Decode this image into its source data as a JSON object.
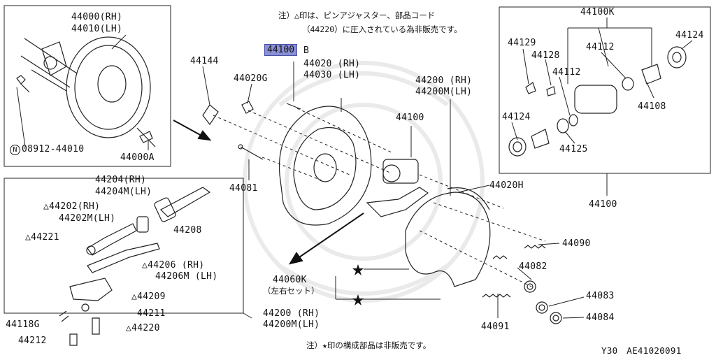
{
  "notes": {
    "top_line1": "注）△印は、ピンアジャスター、部品コード",
    "top_line2": "（44220）に圧入されている為非販売です。",
    "bottom": "注）★印の構成部品は非販売です。",
    "diagram_id": "Y30　AE41020091"
  },
  "highlight": {
    "part": "44100",
    "suffix": "B"
  },
  "labels": {
    "p44000rh": "44000(RH)",
    "p44010lh": "44010(LH)",
    "p08912": "08912-44010",
    "p44000a": "44000A",
    "p44144": "44144",
    "p44020g": "44020G",
    "p44020rh": "44020 (RH)",
    "p44030lh": "44030 (LH)",
    "p44200rh_top": "44200  (RH)",
    "p44200mlh_top": "44200M(LH)",
    "p44100_mid": "44100",
    "p44081": "44081",
    "p44020h": "44020H",
    "p44100k": "44100K",
    "p44129": "44129",
    "p44128": "44128",
    "p44112a": "44112",
    "p44112b": "44112",
    "p44124a": "44124",
    "p44124b": "44124",
    "p44108": "44108",
    "p44125": "44125",
    "p44100_right": "44100",
    "p44204rh": "44204(RH)",
    "p44204mlh": "44204M(LH)",
    "p44202rh": "44202(RH)",
    "p44202mlh": "44202M(LH)",
    "p44208": "44208",
    "p44221": "44221",
    "p44206rh": "44206  (RH)",
    "p44206mlh": "44206M (LH)",
    "p44209": "44209",
    "p44211": "44211",
    "p44220": "44220",
    "p44118g": "44118G",
    "p44212": "44212",
    "p44200rh_bot": "44200  (RH)",
    "p44200mlh_bot": "44200M(LH)",
    "p44060k": "44060K",
    "p44060k_sub": "（左右セット）",
    "p44090": "44090",
    "p44082": "44082",
    "p44083": "44083",
    "p44084": "44084",
    "p44091": "44091"
  }
}
